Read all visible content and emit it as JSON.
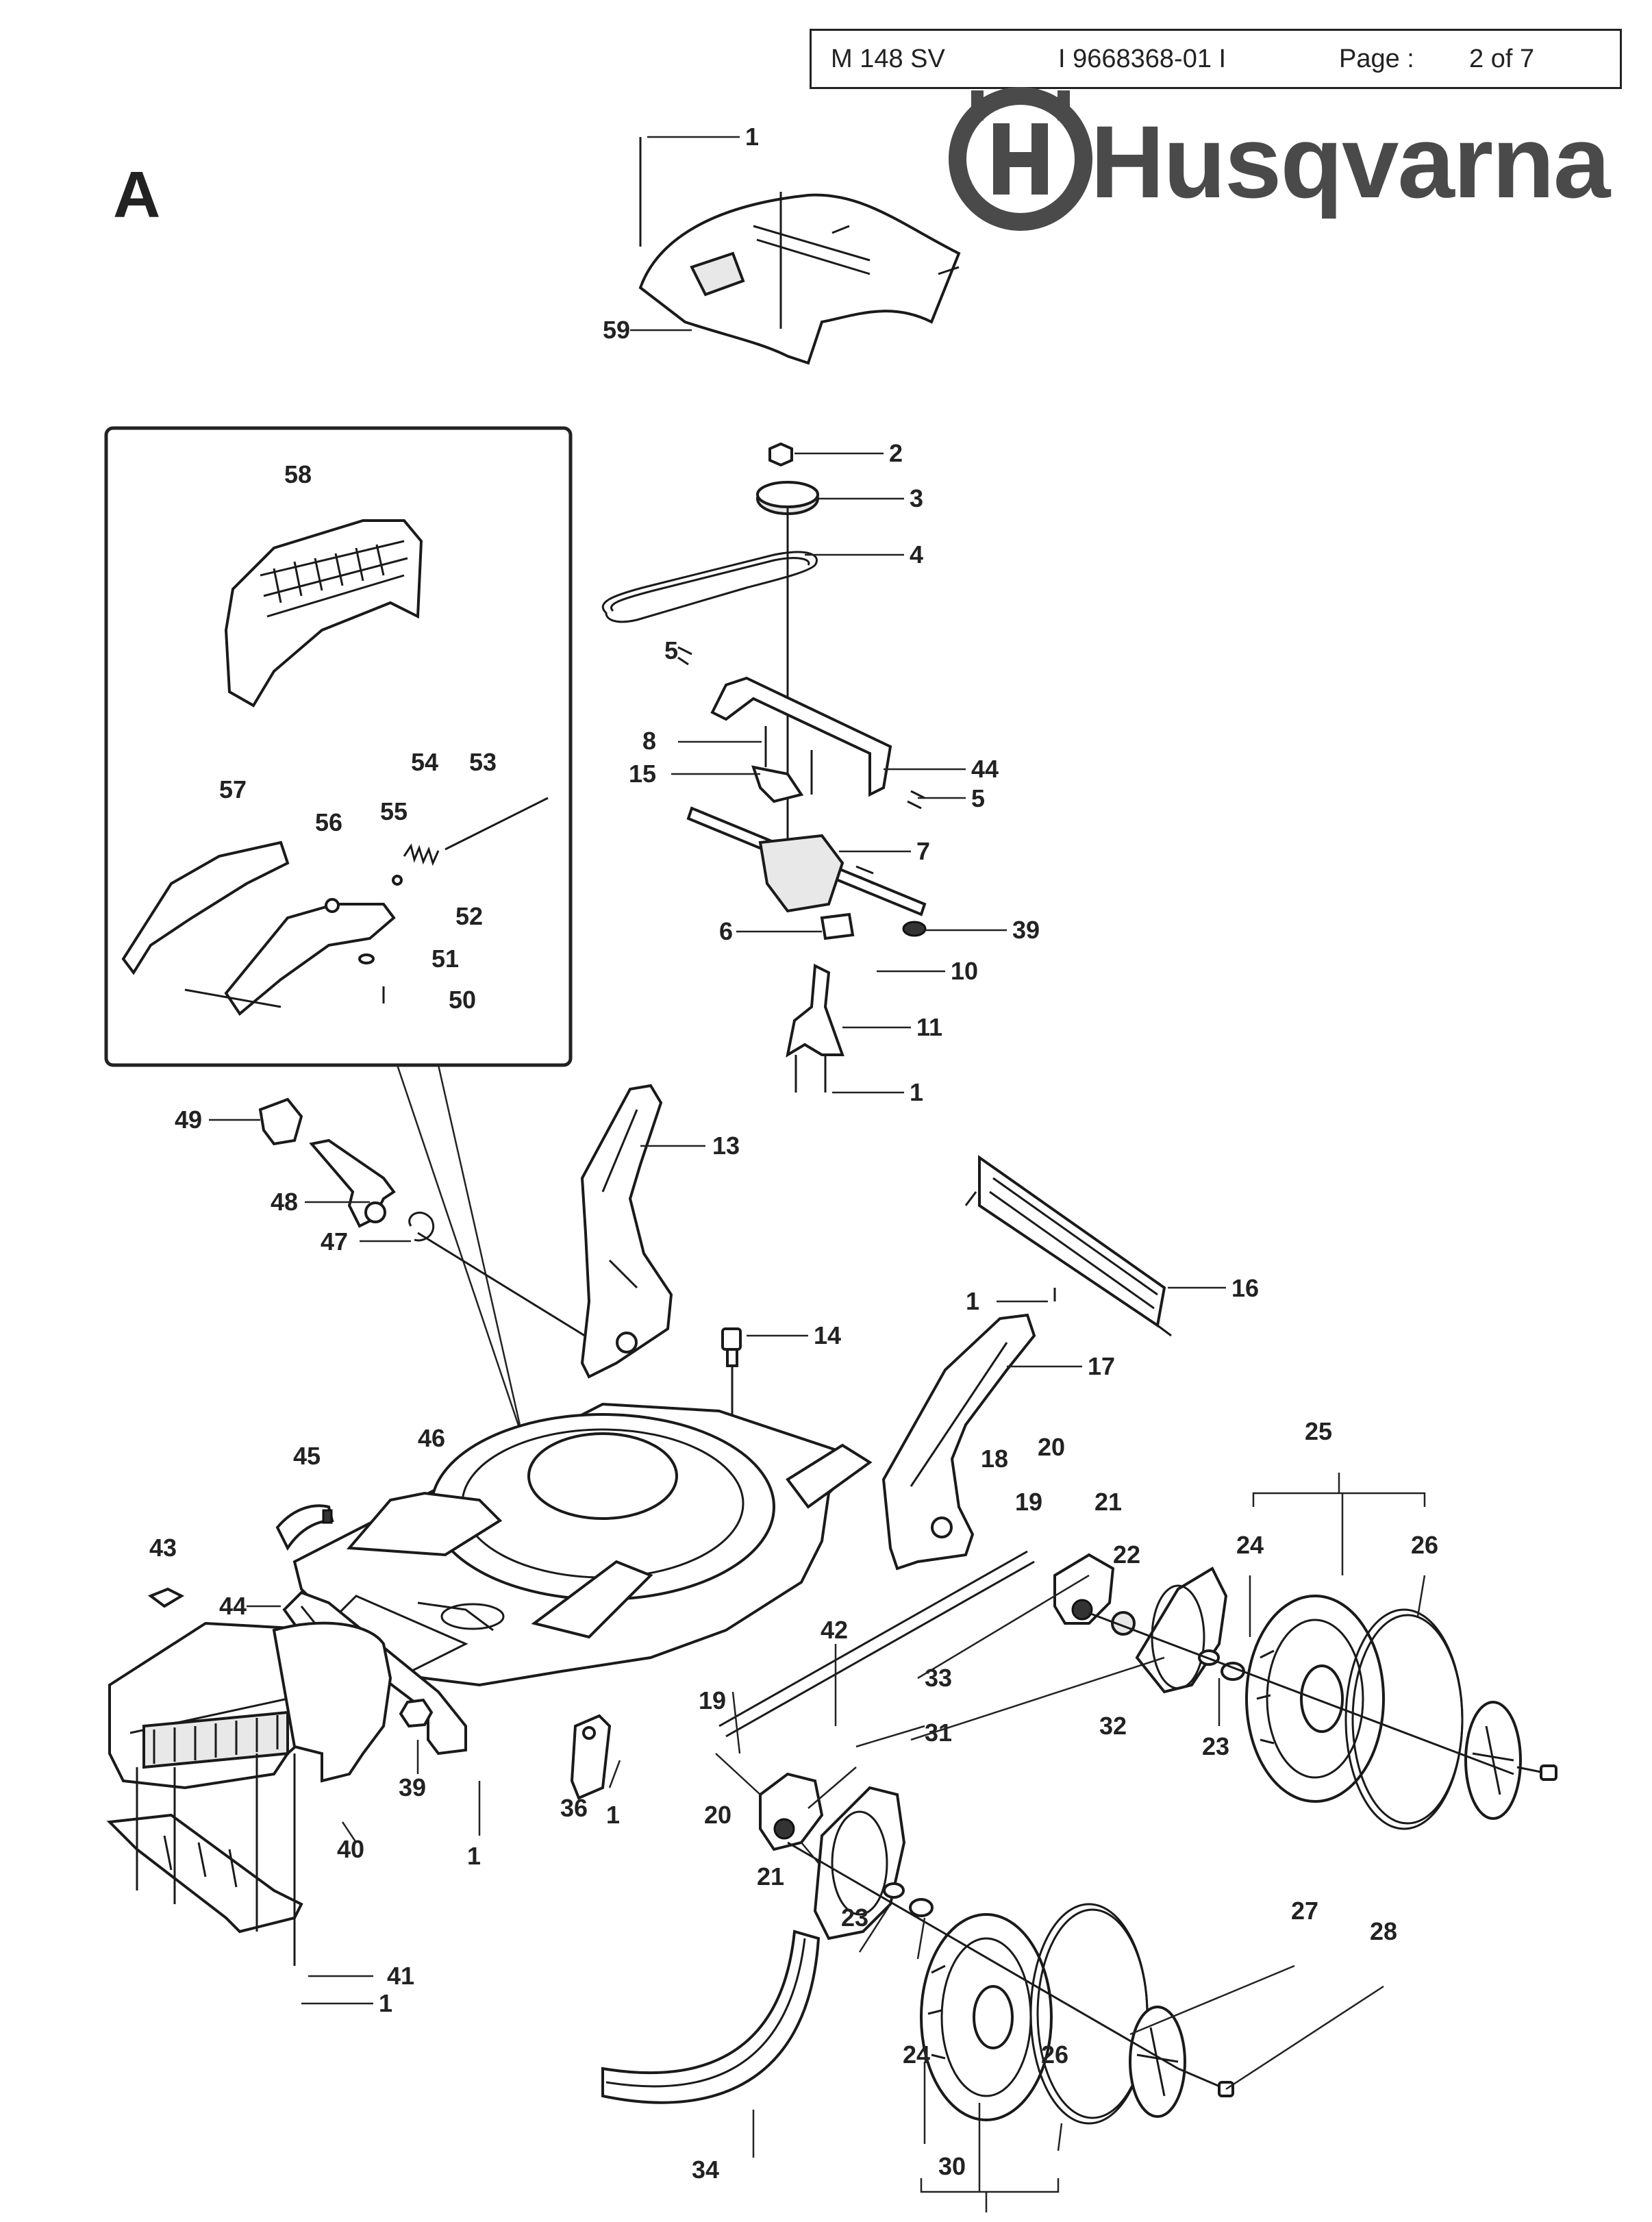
{
  "header": {
    "model": "M 148 SV",
    "part_number": "I   9668368-01 I",
    "page_label": "Page :",
    "page_value": "2 of  7"
  },
  "section_letter": "A",
  "brand": {
    "wordmark": "Husqvarna",
    "logo_icon": "husqvarna-crown-h-logo",
    "color": "#4a4a4a"
  },
  "callouts": {
    "c1a": "1",
    "c59": "59",
    "c2": "2",
    "c3": "3",
    "c4": "4",
    "c5a": "5",
    "c8": "8",
    "c15": "15",
    "c44a": "44",
    "c5b": "5",
    "c7": "7",
    "c6": "6",
    "c39a": "39",
    "c10": "10",
    "c11": "11",
    "c1b": "1",
    "c58": "58",
    "c57": "57",
    "c56": "56",
    "c55": "55",
    "c54": "54",
    "c53": "53",
    "c52": "52",
    "c51": "51",
    "c50": "50",
    "c49": "49",
    "c48": "48",
    "c47": "47",
    "c13": "13",
    "c16": "16",
    "c1c": "1",
    "c14": "14",
    "c17": "17",
    "c45": "45",
    "c46": "46",
    "c18": "18",
    "c20a": "20",
    "c19a": "19",
    "c21a": "21",
    "c22": "22",
    "c25": "25",
    "c24a": "24",
    "c26a": "26",
    "c43": "43",
    "c44b": "44",
    "c42": "42",
    "c33": "33",
    "c32": "32",
    "c23a": "23",
    "c19b": "19",
    "c31": "31",
    "c39b": "39",
    "c36": "36",
    "c1d": "1",
    "c1e": "1",
    "c20b": "20",
    "c21b": "21",
    "c23b": "23",
    "c40": "40",
    "c41": "41",
    "c1f": "1",
    "c27": "27",
    "c28": "28",
    "c34": "34",
    "c24b": "24",
    "c26b": "26",
    "c30": "30"
  }
}
